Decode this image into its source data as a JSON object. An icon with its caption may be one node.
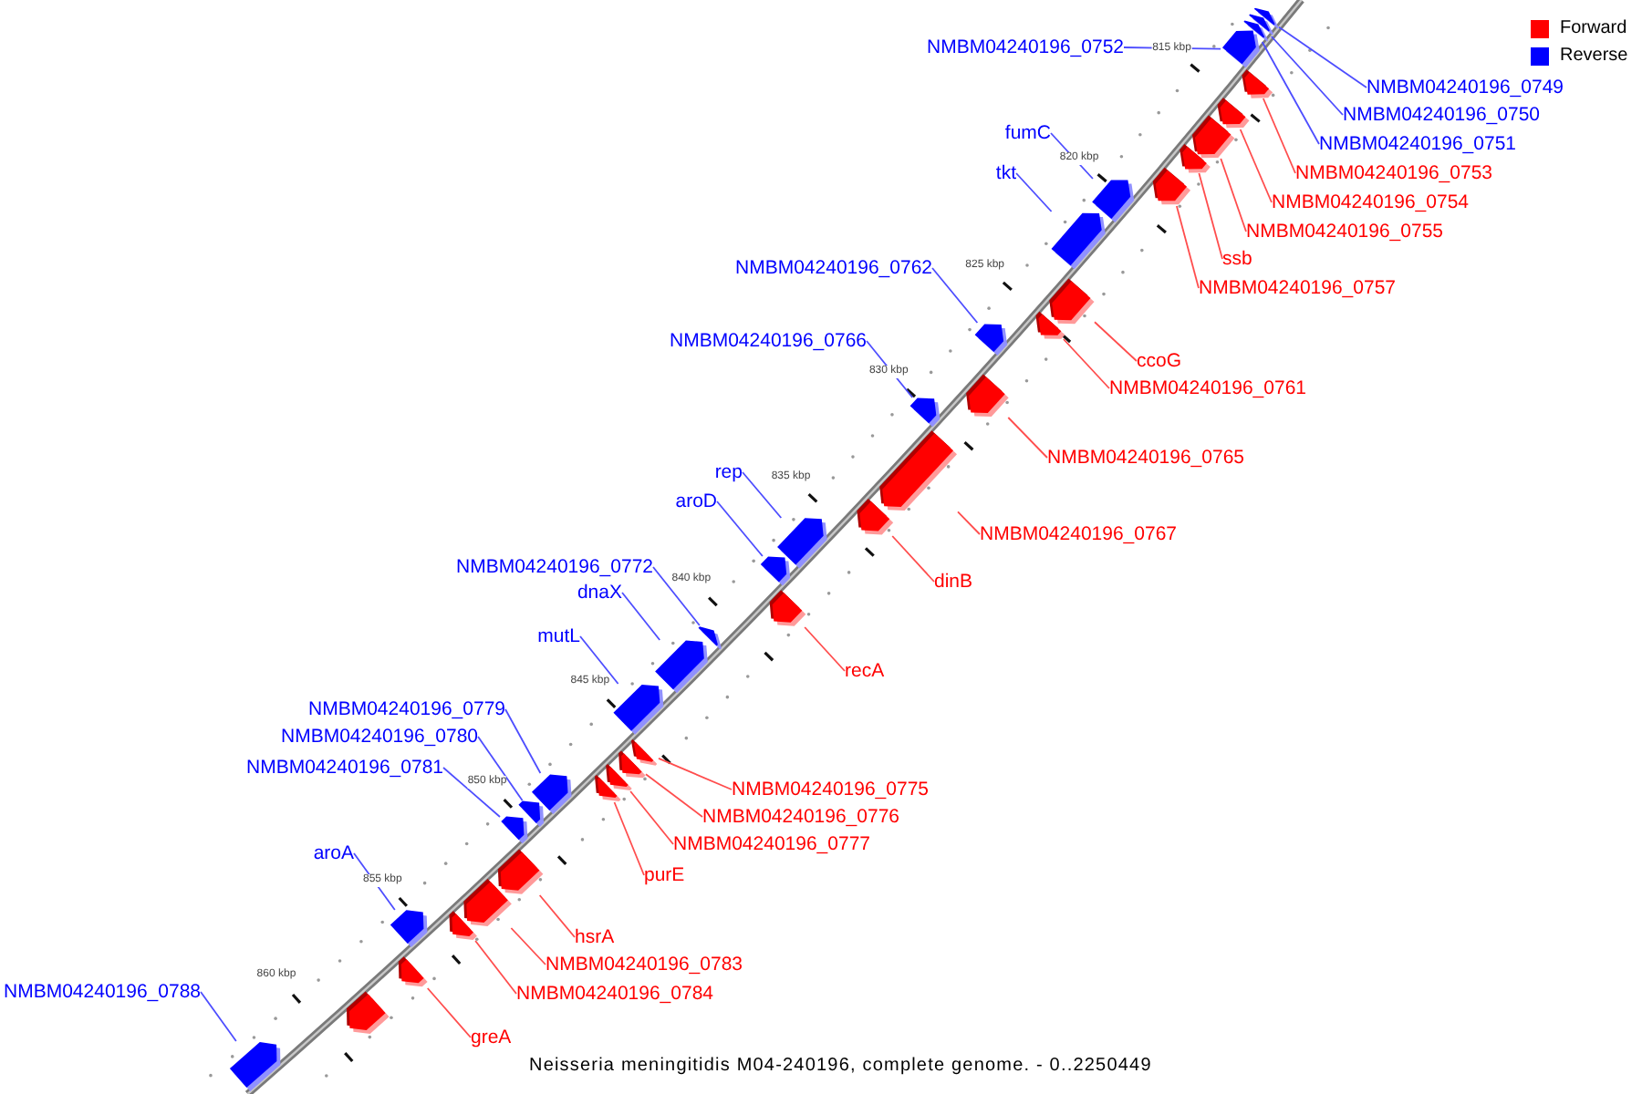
{
  "diagram": {
    "caption": "Neisseria meningitidis M04-240196, complete genome. - 0..2250449",
    "nodes": [
      {
        "text": [
          "NMBM04240196_0752"
        ]
      },
      {
        "text": [
          "NMBM04240196_0749"
        ]
      },
      {
        "text": [
          "NMBM04240196_0750"
        ]
      },
      {
        "text": [
          "fumC"
        ]
      },
      {
        "text": [
          "NMBM04240196_0751"
        ]
      },
      {
        "text": [
          "tkt"
        ]
      },
      {
        "text": [
          "NMBM04240196_0753"
        ]
      },
      {
        "text": [
          "NMBM04240196_0754"
        ]
      },
      {
        "text": [
          "NMBM04240196_0755"
        ]
      },
      {
        "text": [
          "ssb"
        ]
      },
      {
        "text": [
          "NMBM04240196_0762"
        ]
      },
      {
        "text": [
          "NMBM04240196_0757"
        ]
      },
      {
        "text": [
          "NMBM04240196_0766"
        ]
      },
      {
        "text": [
          "ccoG"
        ]
      },
      {
        "text": [
          "NMBM04240196_0761"
        ]
      },
      {
        "text": [
          "NMBM04240196_0765"
        ]
      },
      {
        "text": [
          "rep"
        ]
      },
      {
        "text": [
          "aroD"
        ]
      },
      {
        "text": [
          "NMBM04240196_0767"
        ]
      },
      {
        "text": [
          "NMBM04240196_0772"
        ]
      },
      {
        "text": [
          "dinB"
        ]
      },
      {
        "text": [
          "dnaX"
        ]
      },
      {
        "text": [
          "mutL"
        ]
      },
      {
        "text": [
          "recA"
        ]
      },
      {
        "text": [
          "NMBM04240196_0779"
        ]
      },
      {
        "text": [
          "NMBM04240196_0780"
        ]
      },
      {
        "text": [
          "NMBM04240196_0781"
        ]
      },
      {
        "text": [
          "NMBM04240196_0775"
        ]
      },
      {
        "text": [
          "NMBM04240196_0776"
        ]
      },
      {
        "text": [
          "NMBM04240196_0777"
        ]
      },
      {
        "text": [
          "aroA"
        ]
      },
      {
        "text": [
          "purE"
        ]
      },
      {
        "text": [
          "hsrA"
        ]
      },
      {
        "text": [
          "NMBM04240196_0783"
        ]
      },
      {
        "text": [
          "NMBM04240196_0788"
        ]
      },
      {
        "text": [
          "NMBM04240196_0784"
        ]
      },
      {
        "text": [
          "greA"
        ]
      },
      {
        "text": [],
        "shape": "pentagon"
      },
      {
        "text": [],
        "shape": "pentagon"
      },
      {
        "text": [],
        "shape": "pentagon"
      },
      {
        "text": [],
        "shape": "pentagon"
      },
      {
        "text": [],
        "shape": "pentagon"
      },
      {
        "text": [],
        "shape": "pentagon"
      },
      {
        "text": [],
        "shape": "pentagon"
      },
      {
        "text": [],
        "shape": "pentagon"
      },
      {
        "text": [],
        "shape": "pentagon"
      },
      {
        "text": [],
        "shape": "pentagon"
      },
      {
        "text": [],
        "shape": "pentagon"
      },
      {
        "text": [],
        "shape": "pentagon"
      },
      {
        "text": [],
        "shape": "pentagon"
      },
      {
        "text": [],
        "shape": "pentagon"
      },
      {
        "text": [],
        "shape": "pentagon"
      },
      {
        "text": [],
        "shape": "pentagon"
      },
      {
        "text": [],
        "shape": "pentagon"
      },
      {
        "text": [],
        "shape": "pentagon"
      },
      {
        "text": [],
        "shape": "pentagon"
      },
      {
        "text": [],
        "shape": "pentagon"
      },
      {
        "text": [],
        "shape": "pentagon"
      },
      {
        "text": [],
        "shape": "pentagon"
      },
      {
        "text": [],
        "shape": "pentagon"
      },
      {
        "text": [],
        "shape": "pentagon"
      },
      {
        "text": [],
        "shape": "pentagon"
      },
      {
        "text": [],
        "shape": "pentagon"
      },
      {
        "text": [],
        "shape": "pentagon"
      },
      {
        "text": [],
        "shape": "pentagon"
      },
      {
        "text": [],
        "shape": "pentagon"
      },
      {
        "text": [],
        "shape": "pentagon"
      },
      {
        "text": [],
        "shape": "pentagon"
      },
      {
        "text": [],
        "shape": "pentagon"
      },
      {
        "text": [],
        "shape": "pentagon"
      },
      {
        "text": [],
        "shape": "pentagon"
      },
      {
        "text": [],
        "shape": "pentagon"
      },
      {
        "text": [],
        "shape": "pentagon"
      },
      {
        "text": [],
        "shape": "pentagon"
      },
      {
        "text": [],
        "shape": "pentagon"
      }
    ],
    "edges": [
      {
        "from": 0,
        "to": 40,
        "arrow": "none",
        "color": "#4d4dff"
      },
      {
        "from": 1,
        "to": 37,
        "arrow": "none",
        "color": "#4d4dff"
      },
      {
        "from": 2,
        "to": 38,
        "arrow": "none",
        "color": "#4d4dff"
      },
      {
        "from": 3,
        "to": 46,
        "arrow": "none",
        "color": "#4d4dff"
      },
      {
        "from": 4,
        "to": 39,
        "arrow": "none",
        "color": "#4d4dff"
      },
      {
        "from": 5,
        "to": 47,
        "arrow": "none",
        "color": "#4d4dff"
      },
      {
        "from": 6,
        "to": 41,
        "arrow": "none"
      },
      {
        "from": 7,
        "to": 42,
        "arrow": "none"
      },
      {
        "from": 8,
        "to": 43,
        "arrow": "none"
      },
      {
        "from": 9,
        "to": 44,
        "arrow": "none"
      },
      {
        "from": 10,
        "to": 50,
        "arrow": "none",
        "color": "#4d4dff"
      },
      {
        "from": 11,
        "to": 45,
        "arrow": "none"
      },
      {
        "from": 12,
        "to": 52,
        "arrow": "none",
        "color": "#4d4dff"
      },
      {
        "from": 13,
        "to": 48,
        "arrow": "none"
      },
      {
        "from": 14,
        "to": 49,
        "arrow": "none"
      },
      {
        "from": 15,
        "to": 51,
        "arrow": "none"
      },
      {
        "from": 16,
        "to": 55,
        "arrow": "none",
        "color": "#4d4dff"
      },
      {
        "from": 17,
        "to": 56,
        "arrow": "none",
        "color": "#4d4dff"
      },
      {
        "from": 18,
        "to": 53,
        "arrow": "none"
      },
      {
        "from": 19,
        "to": 58,
        "arrow": "none",
        "color": "#4d4dff"
      },
      {
        "from": 20,
        "to": 54,
        "arrow": "none"
      },
      {
        "from": 21,
        "to": 59,
        "arrow": "none",
        "color": "#4d4dff"
      },
      {
        "from": 22,
        "to": 60,
        "arrow": "none",
        "color": "#4d4dff"
      },
      {
        "from": 23,
        "to": 57,
        "arrow": "none"
      },
      {
        "from": 24,
        "to": 64,
        "arrow": "none",
        "color": "#4d4dff"
      },
      {
        "from": 25,
        "to": 66,
        "arrow": "none",
        "color": "#4d4dff"
      },
      {
        "from": 26,
        "to": 67,
        "arrow": "none",
        "color": "#4d4dff"
      },
      {
        "from": 27,
        "to": 61,
        "arrow": "none"
      },
      {
        "from": 28,
        "to": 62,
        "arrow": "none"
      },
      {
        "from": 29,
        "to": 63,
        "arrow": "none"
      },
      {
        "from": 30,
        "to": 70,
        "arrow": "none",
        "color": "#4d4dff"
      },
      {
        "from": 31,
        "to": 65,
        "arrow": "none"
      },
      {
        "from": 32,
        "to": 68,
        "arrow": "none"
      },
      {
        "from": 33,
        "to": 69,
        "arrow": "none"
      },
      {
        "from": 34,
        "to": 74,
        "arrow": "none",
        "color": "#4d4dff"
      },
      {
        "from": 35,
        "to": 71,
        "arrow": "none"
      },
      {
        "from": 36,
        "to": 72,
        "arrow": "none"
      }
    ],
    "labels": [
      "815 kbp",
      "820 kbp",
      "825 kbp",
      "830 kbp",
      "835 kbp",
      "840 kbp",
      "845 kbp",
      "850 kbp",
      "855 kbp",
      "860 kbp"
    ],
    "legend": [
      {
        "text": "Forward",
        "color": "#ff0000"
      },
      {
        "text": "Reverse",
        "color": "#0000ff"
      }
    ]
  }
}
